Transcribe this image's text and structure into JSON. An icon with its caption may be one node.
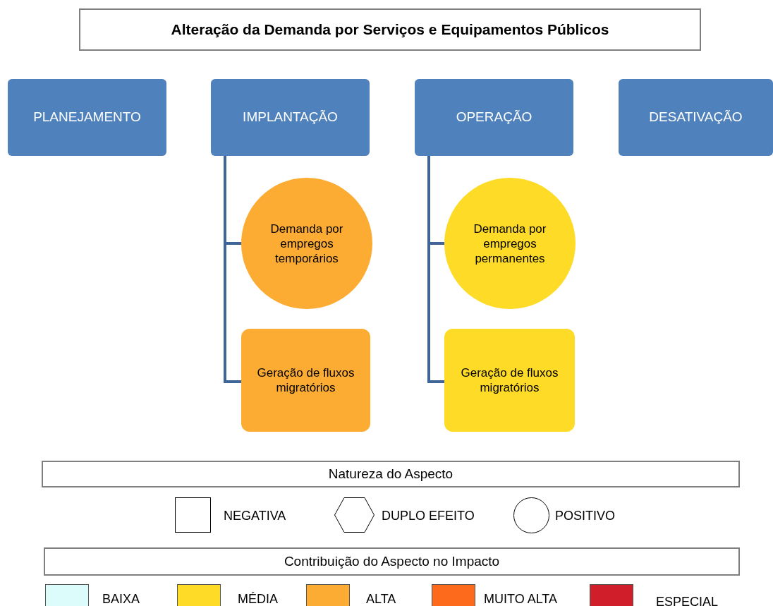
{
  "diagram": {
    "title": "Alteração da Demanda por Serviços e Equipamentos Públicos",
    "nodes": [
      {
        "text": [
          "PLANEJAMENTO"
        ]
      },
      {
        "text": [
          "IMPLANTAÇÃO"
        ]
      },
      {
        "text": [
          "OPERAÇÃO"
        ]
      },
      {
        "text": [
          "DESATIVAÇÃO"
        ]
      },
      {
        "text": [
          "Demanda por empregos temporários"
        ]
      },
      {
        "text": [
          "Geração de fluxos migratórios"
        ]
      },
      {
        "text": [
          "Demanda por empregos permanentes"
        ]
      },
      {
        "text": [
          "Geração de fluxos migratórios"
        ]
      },
      {
        "text": [
          "Natureza do Aspecto"
        ]
      },
      {
        "text": [
          "Contribuição do Aspecto no Impacto"
        ]
      }
    ],
    "edges": [
      {
        "from": 1,
        "to": 4,
        "arrow": "none"
      },
      {
        "from": 1,
        "to": 5,
        "arrow": "none"
      },
      {
        "from": 2,
        "to": 6,
        "arrow": "none"
      },
      {
        "from": 2,
        "to": 7,
        "arrow": "none"
      }
    ],
    "legend": [
      {
        "text": "NEGATIVA"
      },
      {
        "text": "DUPLO EFEITO"
      },
      {
        "text": "POSITIVO"
      },
      {
        "text": "BAIXA",
        "color": "#dcfcfc"
      },
      {
        "text": "MÉDIA",
        "color": "#fedb26"
      },
      {
        "text": "ALTA",
        "color": "#fdac33"
      },
      {
        "text": "MUITO ALTA",
        "color": "#fe6a1b"
      },
      {
        "text": "ESPECIAL",
        "color": "#d01f2a"
      }
    ]
  }
}
